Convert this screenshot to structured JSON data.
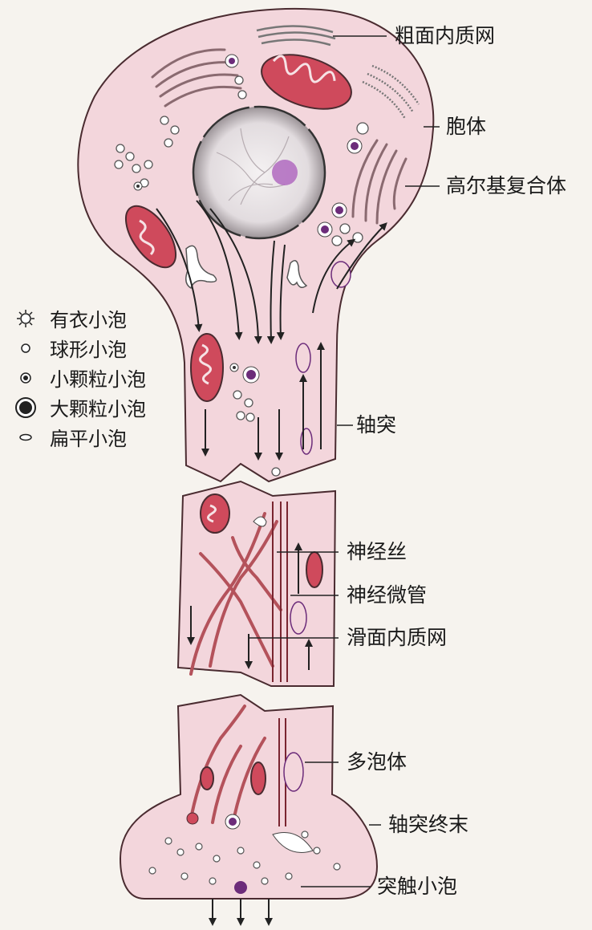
{
  "colors": {
    "cell": "#f3d6dc",
    "outline": "#4a2b30",
    "mito": "#cf4a5c",
    "filament": "#b4525b",
    "nucleus": "#e9e4e6",
    "nucleolus": "#b06ac0",
    "vesicle_core": "#6c2c7a"
  },
  "labels": {
    "rough_er": "粗面内质网",
    "soma": "胞体",
    "golgi": "高尔基复合体",
    "axon": "轴突",
    "neurofilament": "神经丝",
    "microtubule": "神经微管",
    "smooth_er": "滑面内质网",
    "mvb": "多泡体",
    "axon_terminal": "轴突终末",
    "synaptic_vesicle": "突触小泡"
  },
  "legend": [
    {
      "icon": "coated-vesicle-icon",
      "label": "有衣小泡"
    },
    {
      "icon": "spherical-vesicle-icon",
      "label": "球形小泡"
    },
    {
      "icon": "small-granular-vesicle-icon",
      "label": "小颗粒小泡"
    },
    {
      "icon": "large-granular-vesicle-icon",
      "label": "大颗粒小泡"
    },
    {
      "icon": "flat-vesicle-icon",
      "label": "扁平小泡"
    }
  ]
}
